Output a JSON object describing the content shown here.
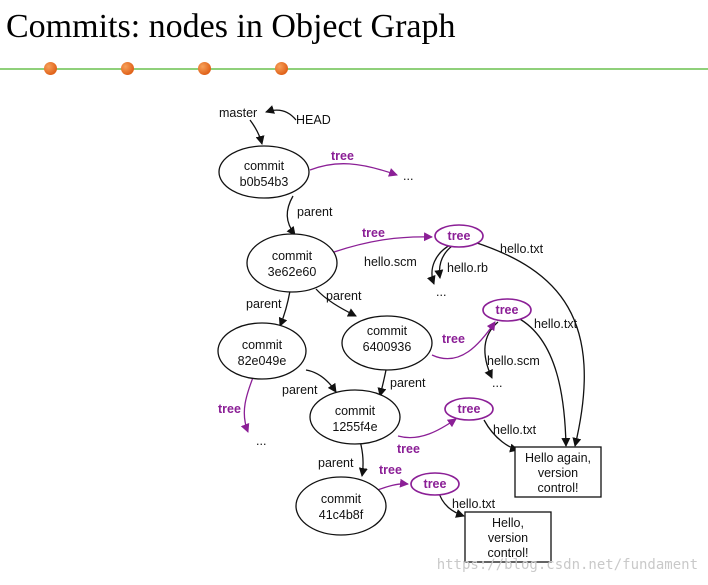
{
  "title": "Commits: nodes in Object Graph",
  "refs": {
    "master": "master",
    "head": "HEAD"
  },
  "commits": [
    {
      "word": "commit",
      "id": "b0b54b3"
    },
    {
      "word": "commit",
      "id": "3e62e60"
    },
    {
      "word": "commit",
      "id": "82e049e"
    },
    {
      "word": "commit",
      "id": "6400936"
    },
    {
      "word": "commit",
      "id": "1255f4e"
    },
    {
      "word": "commit",
      "id": "41c4b8f"
    }
  ],
  "edge_labels": {
    "parent": "parent",
    "tree": "tree",
    "ellipsis": "...",
    "hello_txt": "hello.txt",
    "hello_scm": "hello.scm",
    "hello_rb": "hello.rb"
  },
  "tree_node_label": "tree",
  "blobs": {
    "again": [
      "Hello again,",
      "version",
      "control!"
    ],
    "hello": [
      "Hello,",
      "version",
      "control!"
    ]
  },
  "colors": {
    "tree": "#8b1f96",
    "rule": "#8fd07a",
    "bullet": "#e0621a"
  },
  "watermark": "https://blog.csdn.net/fundament"
}
